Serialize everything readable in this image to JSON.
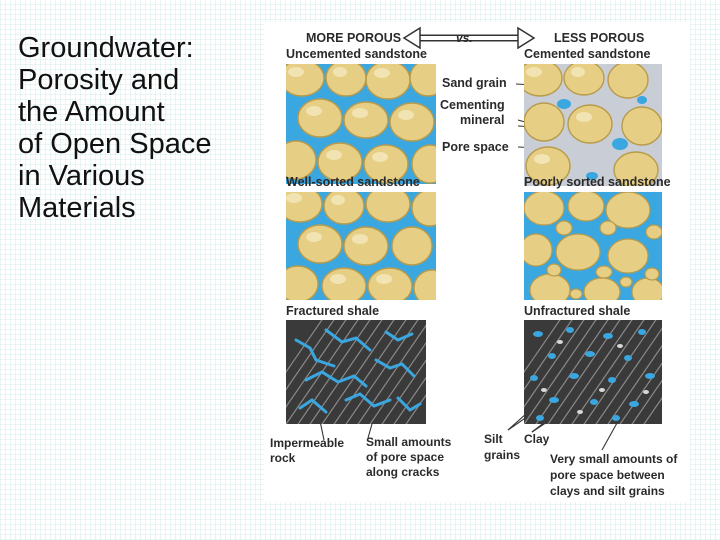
{
  "slide": {
    "title_lines": [
      "Groundwater:",
      "Porosity and",
      "the Amount",
      "of Open Space",
      "in Various",
      "Materials"
    ]
  },
  "figure": {
    "header": {
      "left": "MORE POROUS",
      "vs": "vs.",
      "right": "LESS POROUS"
    },
    "panels": {
      "uncemented": "Uncemented sandstone",
      "cemented": "Cemented sandstone",
      "well_sorted": "Well-sorted sandstone",
      "poorly_sorted": "Poorly sorted sandstone",
      "fractured": "Fractured shale",
      "unfractured": "Unfractured shale"
    },
    "labels": {
      "sand_grain": "Sand grain",
      "cementing_1": "Cementing",
      "cementing_2": "mineral",
      "pore_space": "Pore space",
      "impermeable_1": "Impermeable",
      "impermeable_2": "rock",
      "small_amounts_1": "Small amounts",
      "small_amounts_2": "of pore space",
      "small_amounts_3": "along cracks",
      "silt_1": "Silt",
      "silt_2": "grains",
      "clay": "Clay",
      "very_small_1": "Very small amounts of",
      "very_small_2": "pore space between",
      "very_small_3": "clays and silt grains"
    },
    "colors": {
      "pore_blue": "#3aa7e0",
      "grain_tan": "#e6cf85",
      "grain_edge": "#b89b4c",
      "cement_gray": "#c9ced6",
      "shale_dark": "#3a3a3a",
      "arrow_gray": "#555555"
    }
  }
}
